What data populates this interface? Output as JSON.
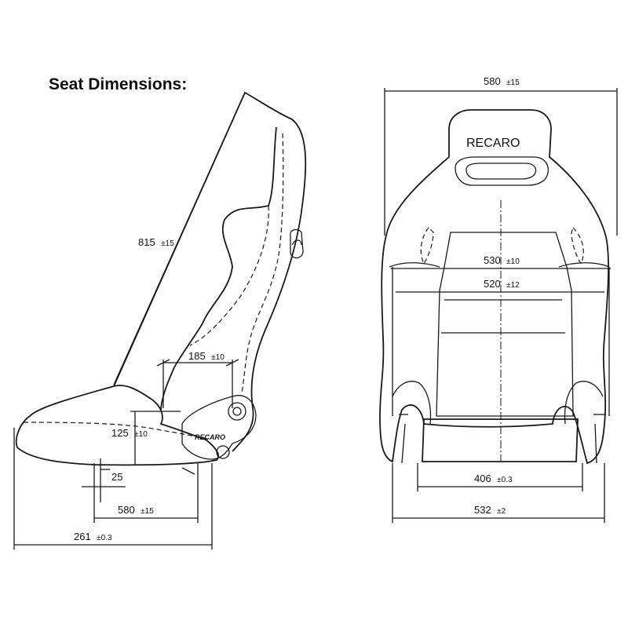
{
  "title": "Seat Dimensions:",
  "brand": {
    "logo_text_back": "RECARO",
    "logo_text_side": "RECARO"
  },
  "dimensions": {
    "backrest_height": {
      "value": "815",
      "tolerance": "±15"
    },
    "seat_depth_hip": {
      "value": "185",
      "tolerance": "±10"
    },
    "hip_height": {
      "value": "125",
      "tolerance": "±10"
    },
    "mount_offset": {
      "value": "25",
      "tolerance": ""
    },
    "mount_length": {
      "value": "580",
      "tolerance": "±15"
    },
    "overall_depth": {
      "value": "261",
      "tolerance": "±0.3"
    },
    "overall_width_top": {
      "value": "580",
      "tolerance": "±15"
    },
    "shoulder_width": {
      "value": "530",
      "tolerance": "±10"
    },
    "inner_width": {
      "value": "520",
      "tolerance": "±12"
    },
    "cushion_width": {
      "value": "406",
      "tolerance": "±0.3"
    },
    "base_width": {
      "value": "532",
      "tolerance": "±2"
    }
  }
}
